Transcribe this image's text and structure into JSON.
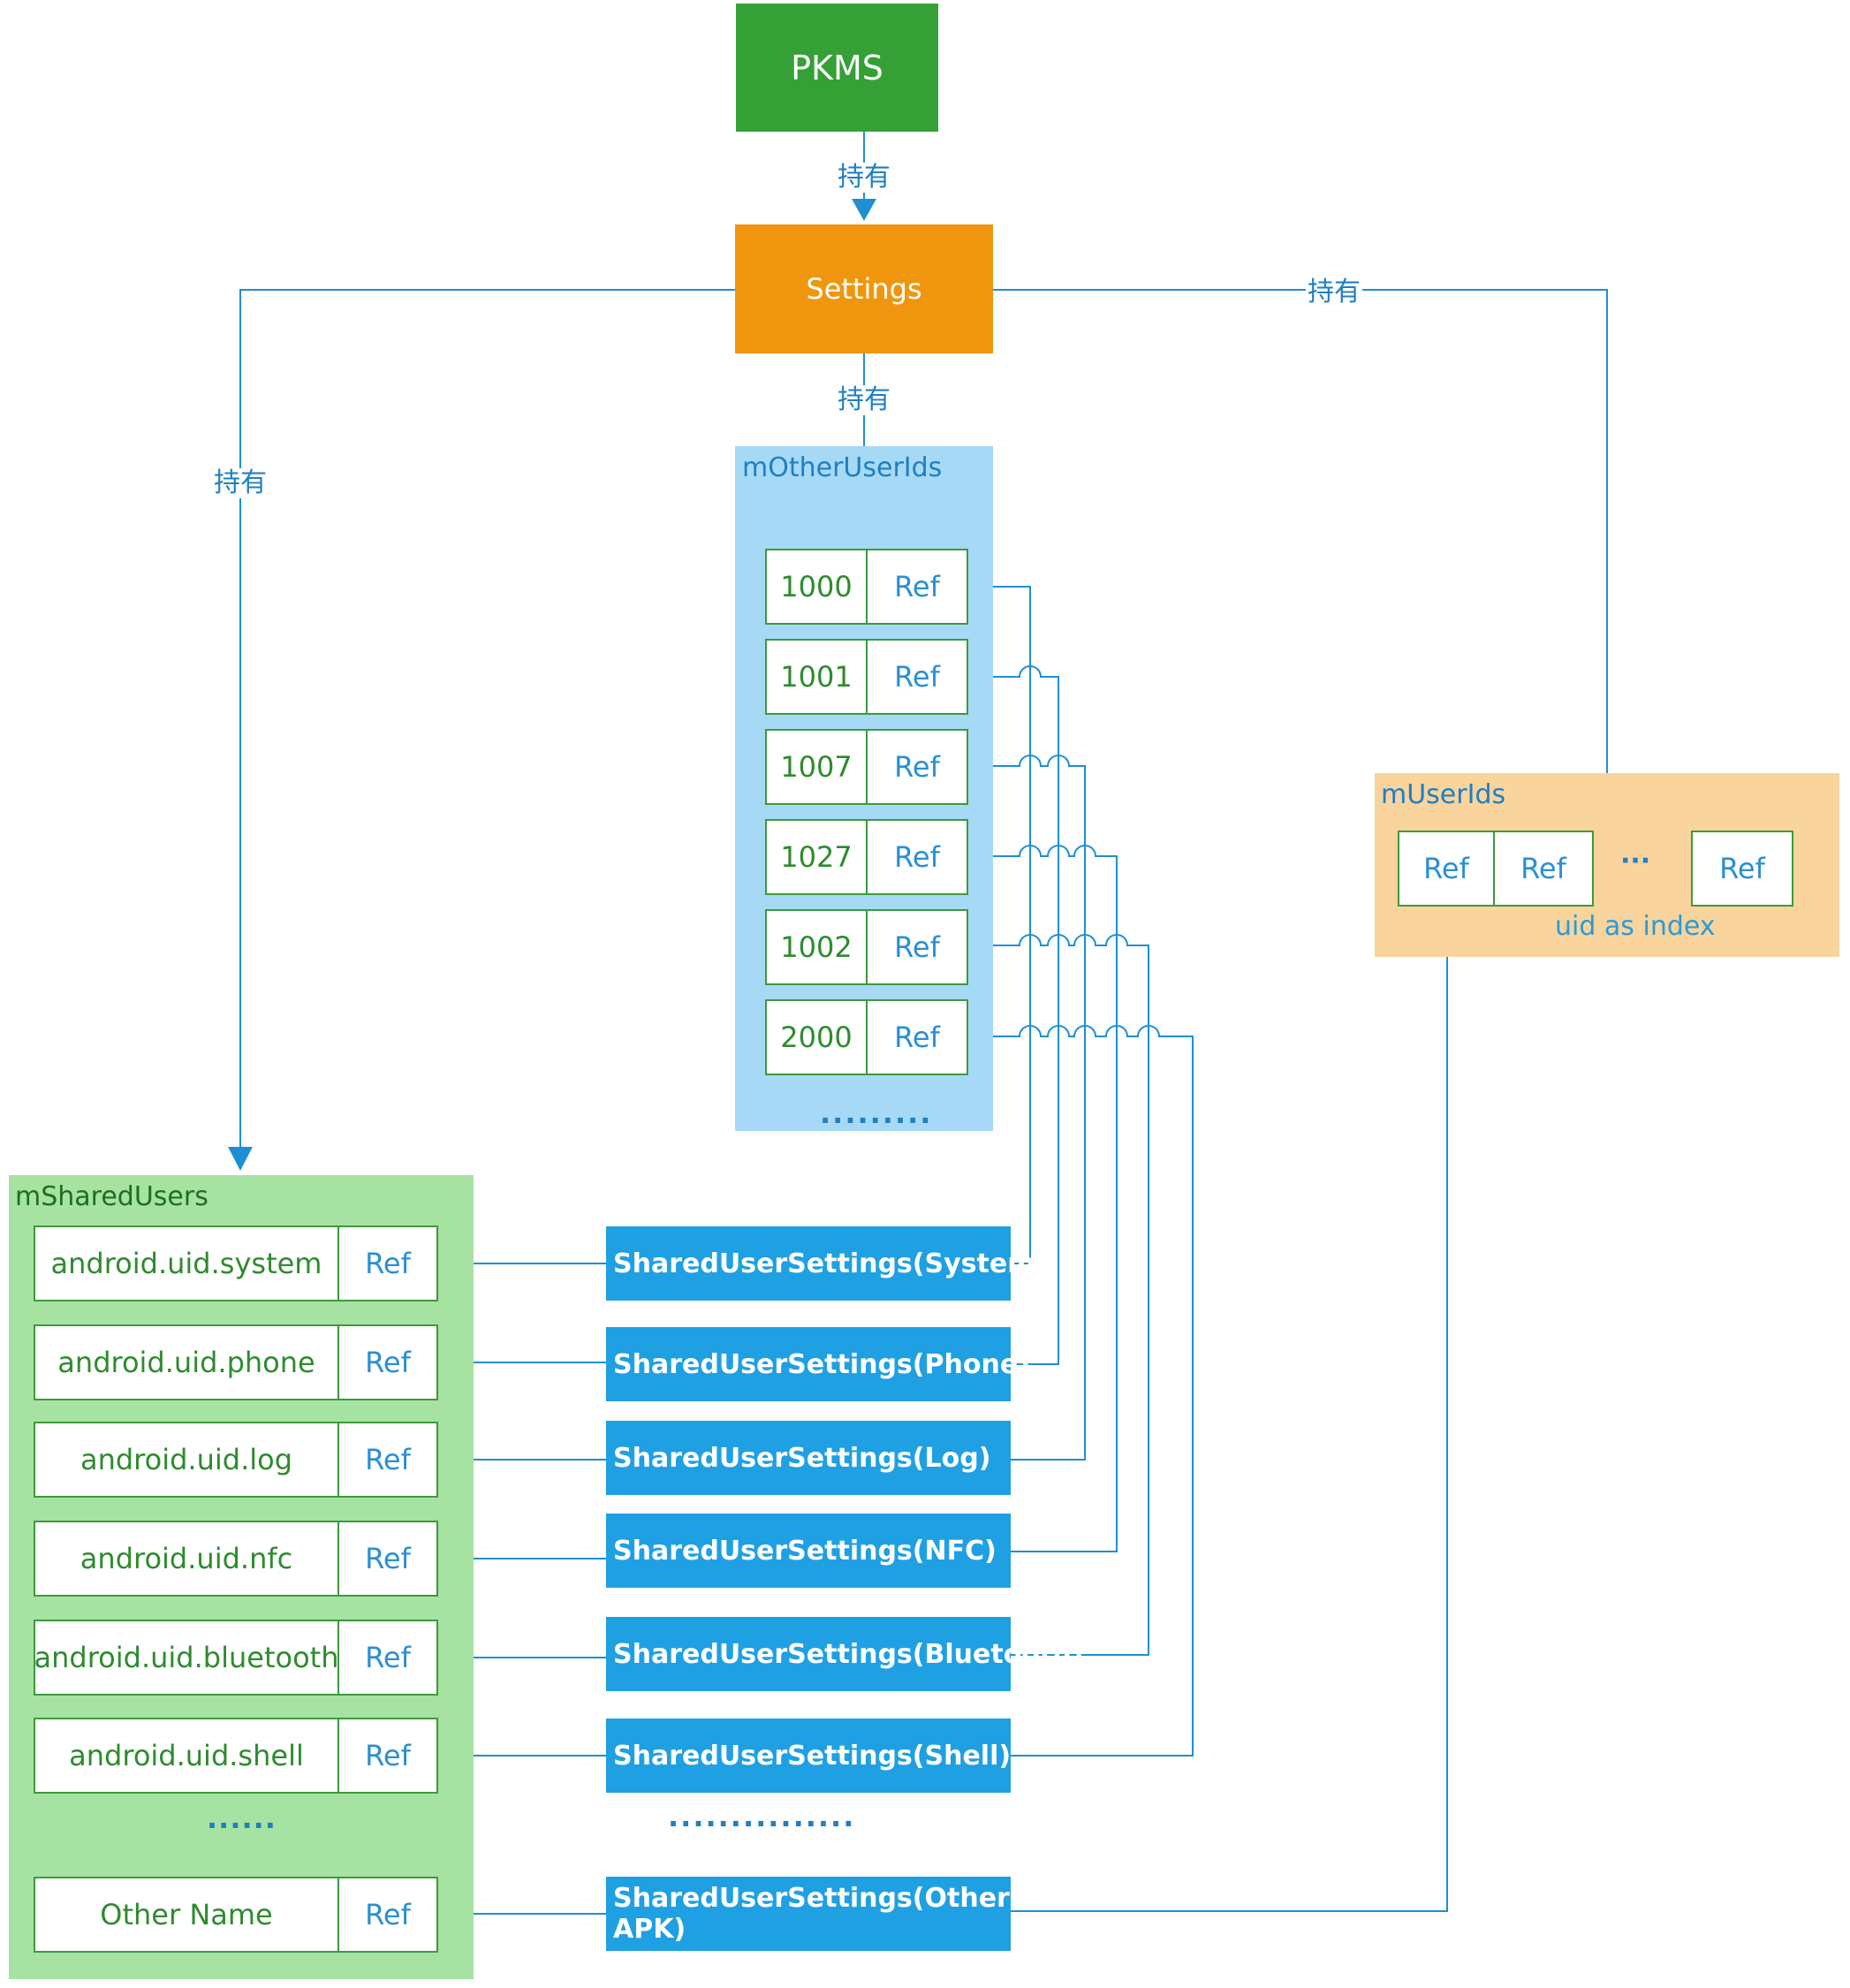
{
  "pkms": {
    "label": "PKMS"
  },
  "settings": {
    "label": "Settings"
  },
  "edges": {
    "pkms_to_settings": "持有",
    "settings_to_other": "持有",
    "settings_to_shared": "持有",
    "settings_to_userids": "持有"
  },
  "other_user_ids": {
    "title": "mOtherUserIds",
    "rows": [
      {
        "key": "1000",
        "ref": "Ref"
      },
      {
        "key": "1001",
        "ref": "Ref"
      },
      {
        "key": "1007",
        "ref": "Ref"
      },
      {
        "key": "1027",
        "ref": "Ref"
      },
      {
        "key": "1002",
        "ref": "Ref"
      },
      {
        "key": "2000",
        "ref": "Ref"
      }
    ],
    "more": "........."
  },
  "user_ids": {
    "title": "mUserIds",
    "refs": [
      "Ref",
      "Ref",
      "Ref"
    ],
    "ellipsis": "···",
    "caption": "uid as index"
  },
  "shared_users": {
    "title": "mSharedUsers",
    "rows": [
      {
        "name": "android.uid.system",
        "ref": "Ref"
      },
      {
        "name": "android.uid.phone",
        "ref": "Ref"
      },
      {
        "name": "android.uid.log",
        "ref": "Ref"
      },
      {
        "name": "android.uid.nfc",
        "ref": "Ref"
      },
      {
        "name": "android.uid.bluetooth",
        "ref": "Ref"
      },
      {
        "name": "android.uid.shell",
        "ref": "Ref"
      }
    ],
    "more": "......",
    "other": {
      "name": "Other Name",
      "ref": "Ref"
    }
  },
  "shared_user_settings": {
    "items": [
      "SharedUserSettings(System)",
      "SharedUserSettings(Phone)",
      "SharedUserSettings(Log)",
      "SharedUserSettings(NFC)",
      "SharedUserSettings(Bluetooth)",
      "SharedUserSettings(Shell)"
    ],
    "more": "...............",
    "other": "SharedUserSettings(Other APK)"
  },
  "colors": {
    "pkms": "#34a035",
    "settings": "#f0960e",
    "other_user_ids_bg": "#a6d9f5",
    "user_ids_bg": "#f9d49c",
    "shared_users_bg": "#a6e2a2",
    "shared_user_settings": "#1fa0e3",
    "connector": "#1f8fd4"
  }
}
